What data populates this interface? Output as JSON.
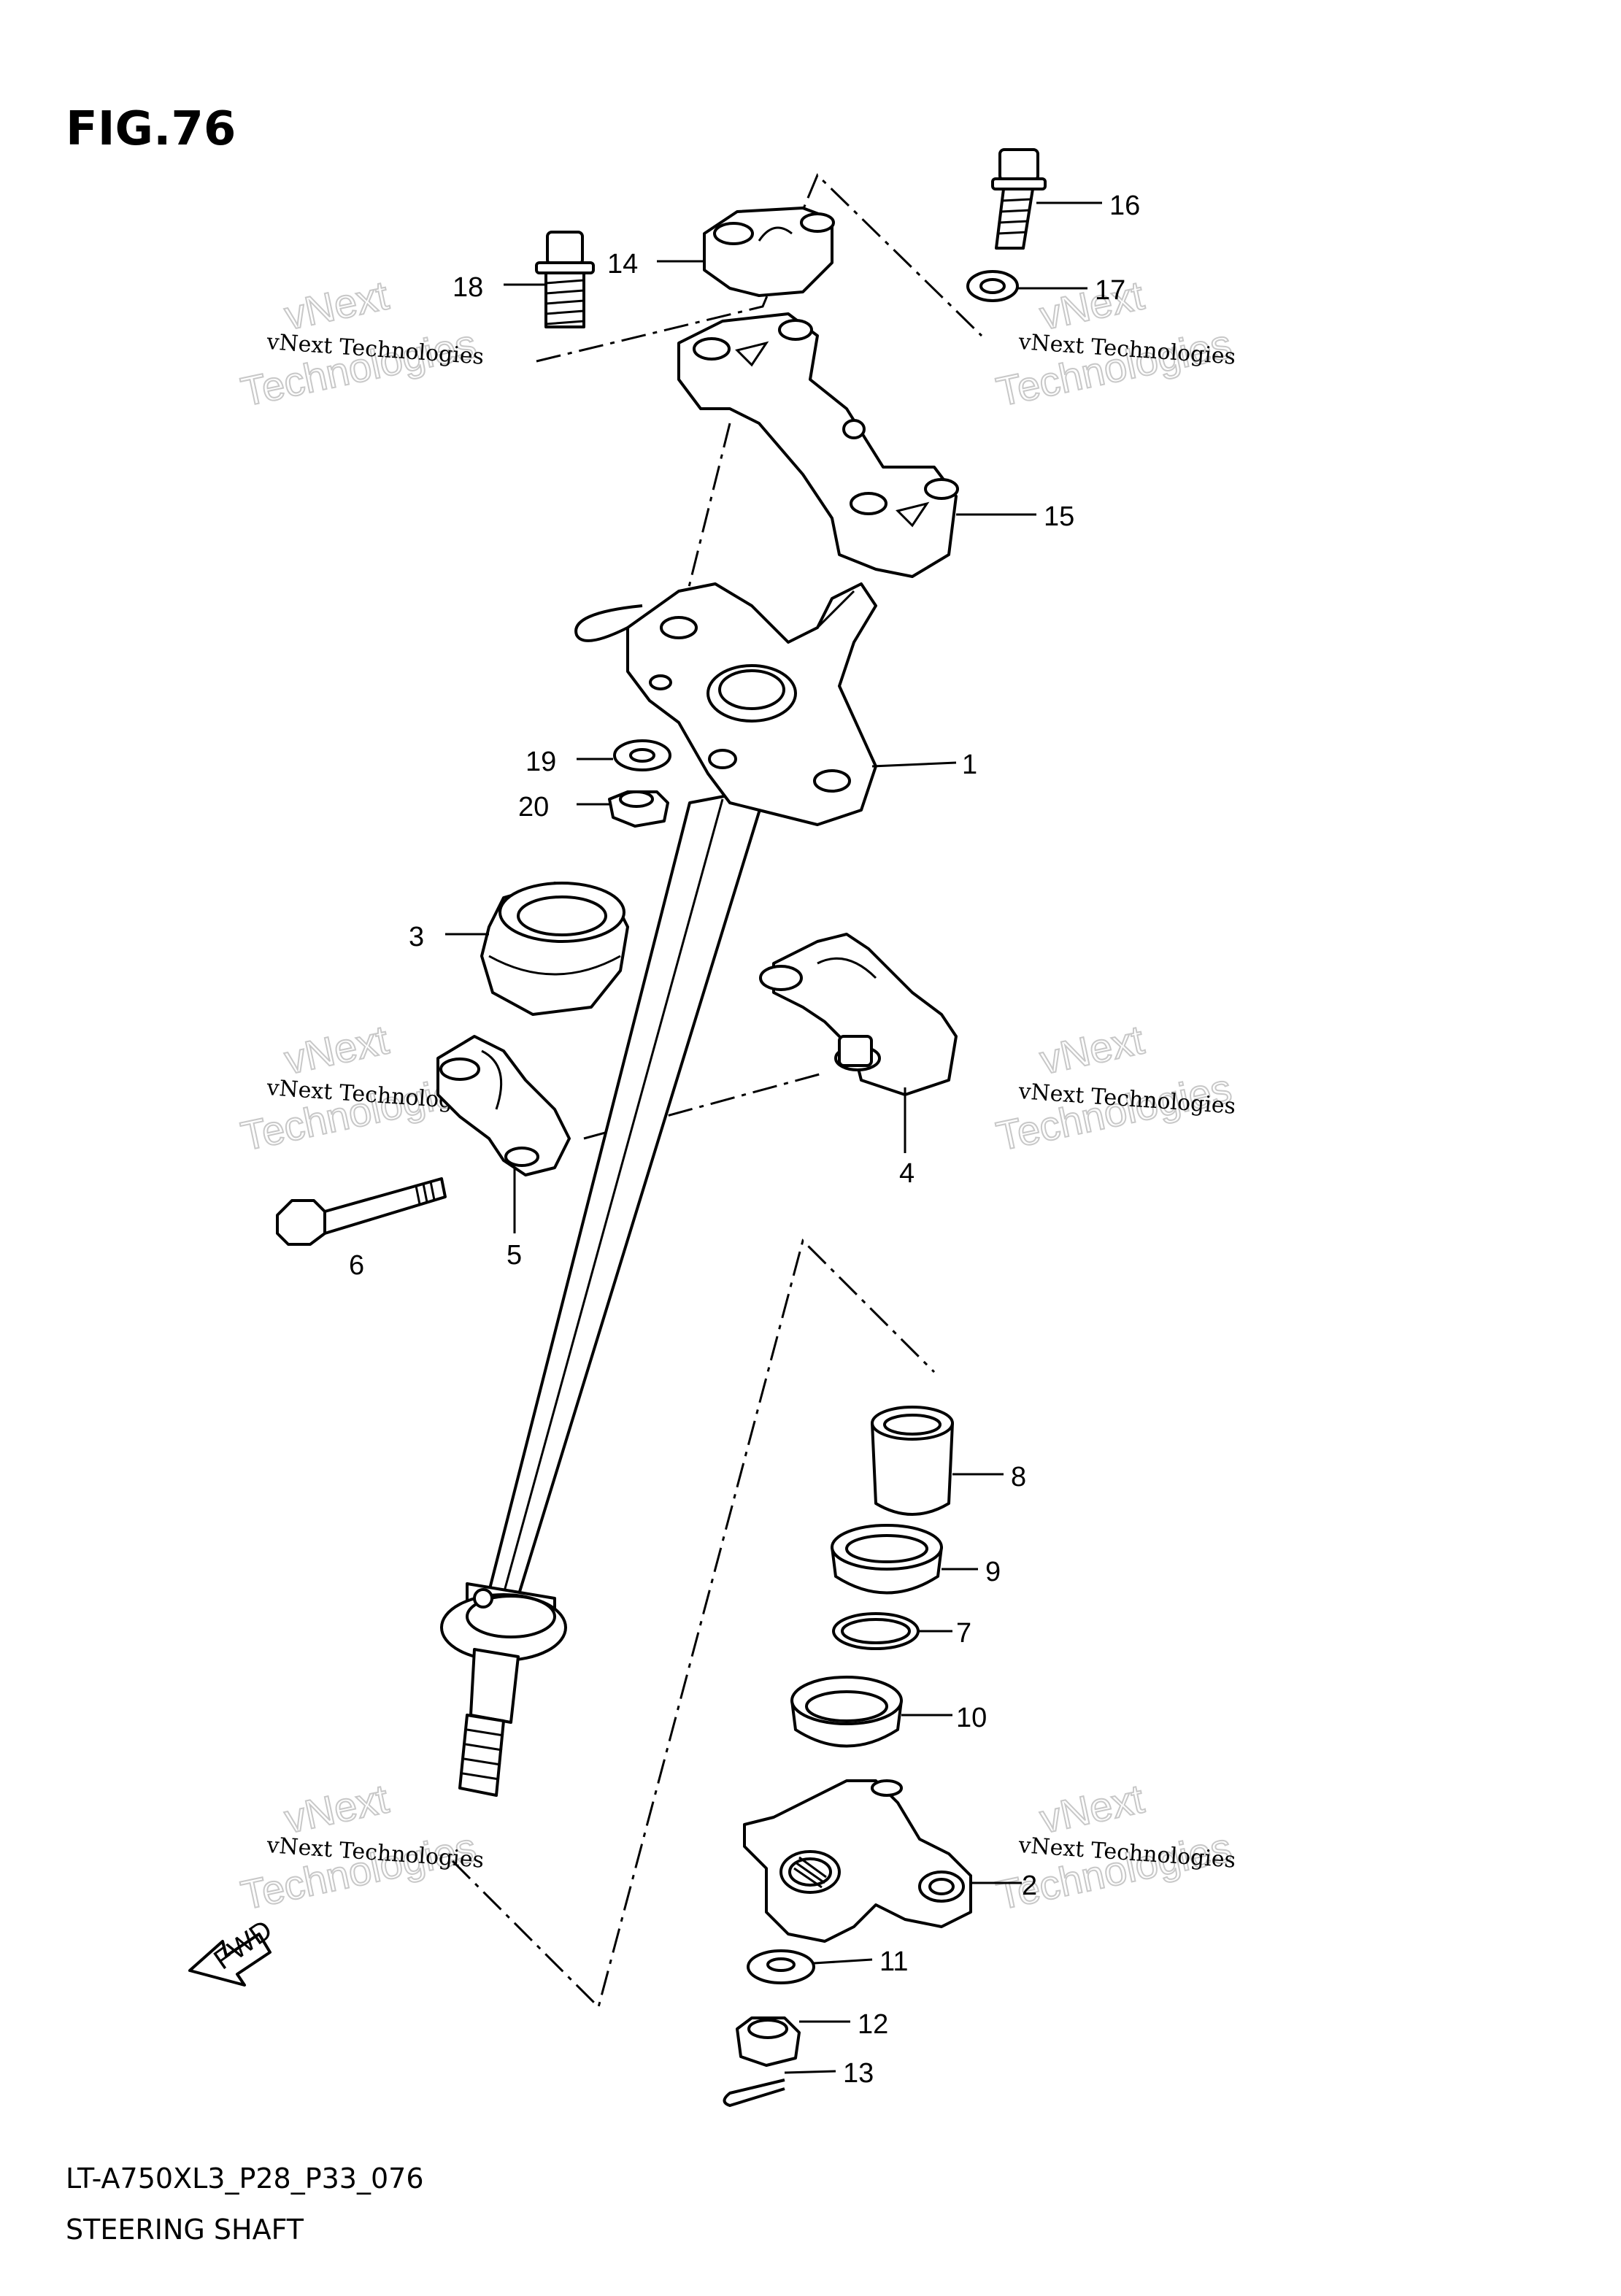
{
  "figure": {
    "title": "FIG.76",
    "model_code": "LT-A750XL3_P28_P33_076",
    "name": "STEERING SHAFT",
    "fwd_label": "FWD"
  },
  "watermark": {
    "line1": "vNext Technologies",
    "line2": "vNext",
    "line3": "Technologies"
  },
  "callouts": [
    "1",
    "2",
    "3",
    "4",
    "5",
    "6",
    "7",
    "8",
    "9",
    "10",
    "11",
    "12",
    "13",
    "14",
    "15",
    "16",
    "17",
    "18",
    "19",
    "20"
  ]
}
